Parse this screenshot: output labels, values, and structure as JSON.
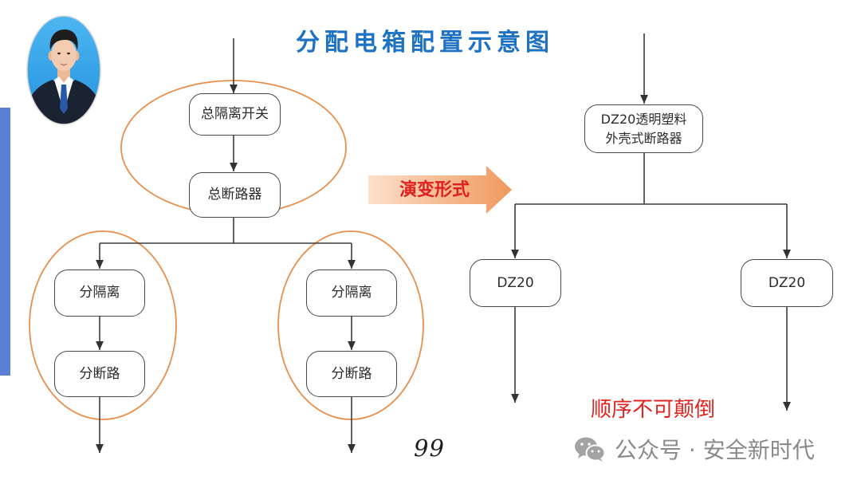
{
  "title": "分配电箱配置示意图",
  "left_diagram": {
    "main_isolator": "总隔离开关",
    "main_breaker": "总断路器",
    "branches": [
      {
        "isolator": "分隔离",
        "breaker": "分断路"
      },
      {
        "isolator": "分隔离",
        "breaker": "分断路"
      }
    ]
  },
  "transition": {
    "label": "演变形式"
  },
  "right_diagram": {
    "main_breaker_lines": [
      "DZ20透明塑料",
      "外壳式断路器"
    ],
    "branches": [
      "DZ20",
      "DZ20"
    ]
  },
  "note": "顺序不可颠倒",
  "page_number": "99",
  "watermark": {
    "icon": "wechat-icon",
    "text": "公众号 · 安全新时代"
  },
  "colors": {
    "title": "#1e72c4",
    "group_outline": "#e98f4c",
    "transition_text": "#e01f1f",
    "note": "#e2231f",
    "side_bar": "#5a7fd4",
    "watermark": "#8a8a8a"
  }
}
